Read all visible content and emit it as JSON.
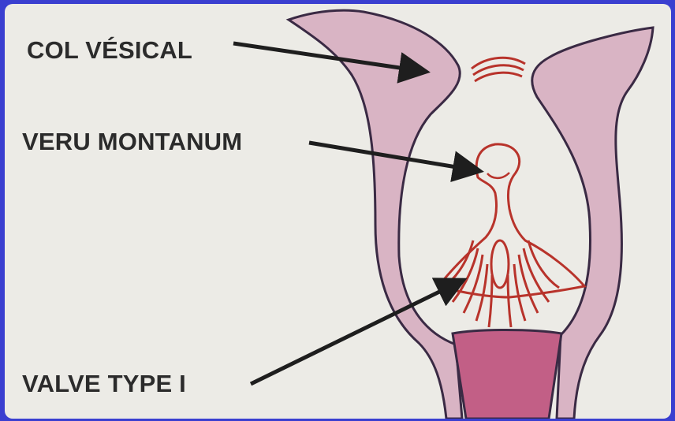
{
  "labels": {
    "col_vesical": "COL VÉSICAL",
    "veru_montanum": "VERU MONTANUM",
    "valve_type": "VALVE TYPE I"
  },
  "colors": {
    "background_border": "#3a3fd0",
    "panel": "#ecebe6",
    "wall_fill": "#d9b4c4",
    "wall_outline": "#3a2a44",
    "valve_lines": "#b8332b",
    "urethra_fill": "#c25f86",
    "arrow": "#1e1e1e"
  }
}
